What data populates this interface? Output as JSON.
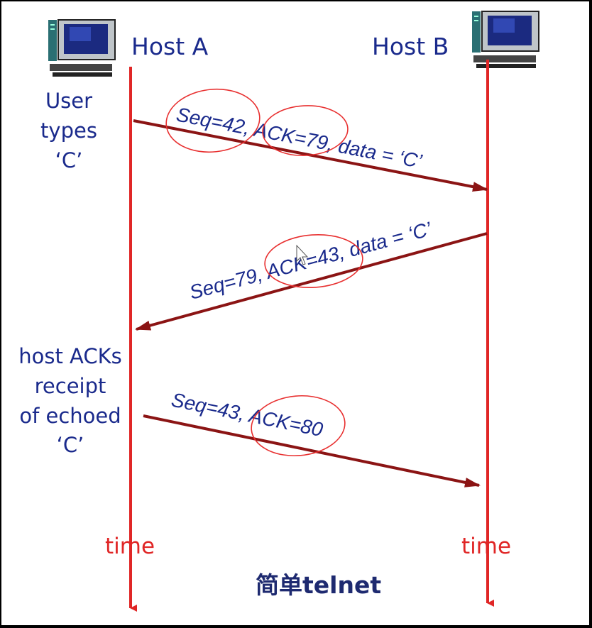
{
  "hosts": {
    "a": {
      "label": "Host A",
      "icon": "computer-icon"
    },
    "b": {
      "label": "Host B",
      "icon": "computer-icon"
    }
  },
  "notes": {
    "user_types": "User\ntypes\n‘C’",
    "host_acks": "host ACKs\nreceipt\nof echoed\n‘C’"
  },
  "messages": [
    {
      "direction": "A→B",
      "label": "Seq=42, ACK=79, data = ‘C’",
      "highlighted": [
        "Seq=42",
        "ACK=79"
      ]
    },
    {
      "direction": "B→A",
      "label": "Seq=79, ACK=43, data = ‘C’",
      "highlighted": [
        "ACK=43"
      ]
    },
    {
      "direction": "A→B",
      "label": "Seq=43, ACK=80",
      "highlighted": [
        "ACK=80"
      ]
    }
  ],
  "timelines": {
    "a": "time",
    "b": "time"
  },
  "caption": "简单telnet",
  "colors": {
    "timeline": "#e02626",
    "arrow": "#8b1414",
    "text": "#1a2a8c",
    "highlight_circle": "#e83030"
  }
}
